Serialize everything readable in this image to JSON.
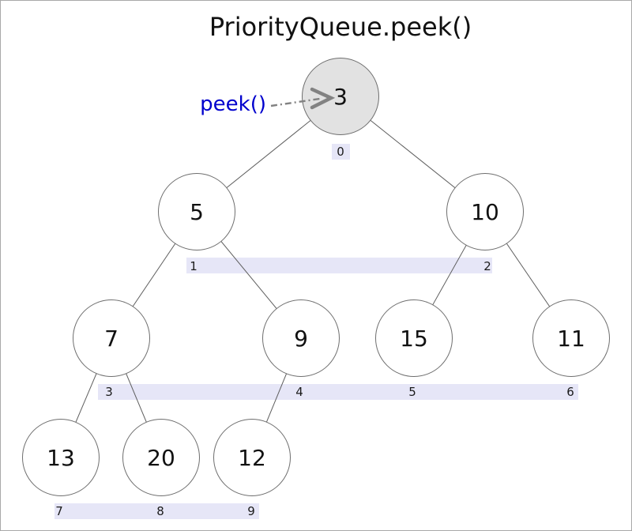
{
  "title": "PriorityQueue.peek()",
  "peek": {
    "label": "peek()"
  },
  "colors": {
    "background": "#ffffff",
    "canvas_border": "#a9a9a9",
    "node_fill": "#ffffff",
    "node_highlight_fill": "#e2e2e2",
    "node_stroke": "#6e6e6e",
    "edge": "#5f5f5f",
    "index_band": "#e6e6f7",
    "peek_text": "#0000cd",
    "arrow": "#828282",
    "text": "#111111"
  },
  "heap": {
    "nodes": [
      {
        "value": "3",
        "index": "0",
        "highlighted": true
      },
      {
        "value": "5",
        "index": "1",
        "highlighted": false
      },
      {
        "value": "10",
        "index": "2",
        "highlighted": false
      },
      {
        "value": "7",
        "index": "3",
        "highlighted": false
      },
      {
        "value": "9",
        "index": "4",
        "highlighted": false
      },
      {
        "value": "15",
        "index": "5",
        "highlighted": false
      },
      {
        "value": "11",
        "index": "6",
        "highlighted": false
      },
      {
        "value": "13",
        "index": "7",
        "highlighted": false
      },
      {
        "value": "20",
        "index": "8",
        "highlighted": false
      },
      {
        "value": "12",
        "index": "9",
        "highlighted": false
      }
    ]
  }
}
